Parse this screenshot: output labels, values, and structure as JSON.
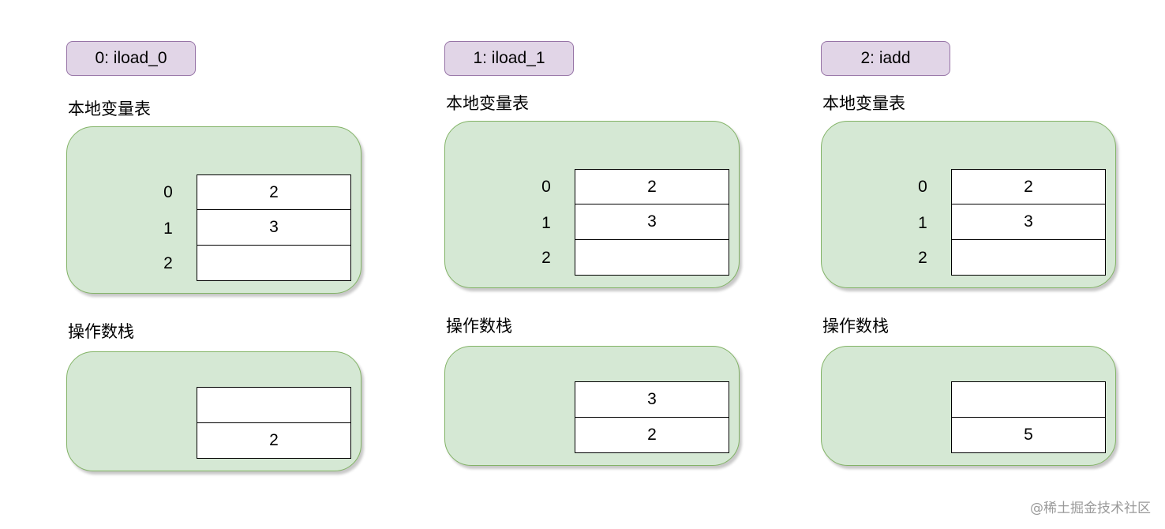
{
  "panels": [
    {
      "instruction": "0: iload_0",
      "locals_label": "本地变量表",
      "locals": [
        {
          "index": "0",
          "value": "2"
        },
        {
          "index": "1",
          "value": "3"
        },
        {
          "index": "2",
          "value": ""
        }
      ],
      "stack_label": "操作数栈",
      "stack": [
        "",
        "2"
      ]
    },
    {
      "instruction": "1: iload_1",
      "locals_label": "本地变量表",
      "locals": [
        {
          "index": "0",
          "value": "2"
        },
        {
          "index": "1",
          "value": "3"
        },
        {
          "index": "2",
          "value": ""
        }
      ],
      "stack_label": "操作数栈",
      "stack": [
        "3",
        "2"
      ]
    },
    {
      "instruction": "2: iadd",
      "locals_label": "本地变量表",
      "locals": [
        {
          "index": "0",
          "value": "2"
        },
        {
          "index": "1",
          "value": "3"
        },
        {
          "index": "2",
          "value": ""
        }
      ],
      "stack_label": "操作数栈",
      "stack": [
        "",
        "5"
      ]
    }
  ],
  "watermark": "@稀土掘金技术社区",
  "colors": {
    "instruction_fill": "#e1d5e7",
    "instruction_border": "#9673a6",
    "box_fill": "#d5e8d4",
    "box_border": "#82b366"
  }
}
